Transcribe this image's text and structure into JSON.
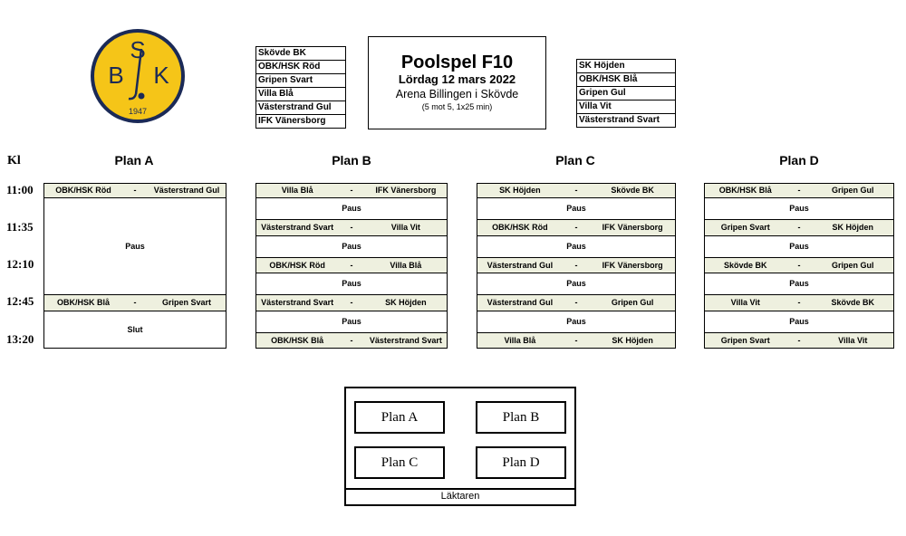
{
  "logo": {
    "letters": [
      "S",
      "B",
      "K"
    ],
    "year": "1947",
    "colors": {
      "ring": "#1b2a57",
      "fill": "#f5c518"
    }
  },
  "teams_left": [
    "Skövde BK",
    "OBK/HSK Röd",
    "Gripen Svart",
    "Villa Blå",
    "Västerstrand Gul",
    "IFK Vänersborg"
  ],
  "teams_right": [
    "SK Höjden",
    "OBK/HSK Blå",
    "Gripen Gul",
    "Villa Vit",
    "Västerstrand Svart"
  ],
  "title": {
    "main": "Poolspel F10",
    "date": "Lördag 12 mars 2022",
    "venue": "Arena Billingen i Skövde",
    "format": "(5 mot 5, 1x25 min)"
  },
  "kl_label": "Kl",
  "times": [
    "11:00",
    "11:35",
    "12:10",
    "12:45",
    "13:20"
  ],
  "planA": {
    "title": "Plan A",
    "m1": {
      "home": "OBK/HSK Röd",
      "sep": "-",
      "away": "Västerstrand Gul"
    },
    "p1": "Paus",
    "m2": {
      "home": "OBK/HSK Blå",
      "sep": "-",
      "away": "Gripen Svart"
    },
    "end": "Slut"
  },
  "planB": {
    "title": "Plan B",
    "m1": {
      "home": "Villa Blå",
      "sep": "-",
      "away": "IFK Vänersborg"
    },
    "p1": "Paus",
    "m2": {
      "home": "Västerstrand Svart",
      "sep": "-",
      "away": "Villa Vit"
    },
    "p2": "Paus",
    "m3": {
      "home": "OBK/HSK Röd",
      "sep": "-",
      "away": "Villa Blå"
    },
    "p3": "Paus",
    "m4": {
      "home": "Västerstrand Svart",
      "sep": "-",
      "away": "SK Höjden"
    },
    "p4": "Paus",
    "m5": {
      "home": "OBK/HSK Blå",
      "sep": "-",
      "away": "Västerstrand Svart"
    }
  },
  "planC": {
    "title": "Plan C",
    "m1": {
      "home": "SK Höjden",
      "sep": "-",
      "away": "Skövde BK"
    },
    "p1": "Paus",
    "m2": {
      "home": "OBK/HSK Röd",
      "sep": "-",
      "away": "IFK Vänersborg"
    },
    "p2": "Paus",
    "m3": {
      "home": "Västerstrand Gul",
      "sep": "-",
      "away": "IFK Vänersborg"
    },
    "p3": "Paus",
    "m4": {
      "home": "Västerstrand Gul",
      "sep": "-",
      "away": "Gripen Gul"
    },
    "p4": "Paus",
    "m5": {
      "home": "Villa Blå",
      "sep": "-",
      "away": "SK Höjden"
    }
  },
  "planD": {
    "title": "Plan D",
    "m1": {
      "home": "OBK/HSK Blå",
      "sep": "-",
      "away": "Gripen Gul"
    },
    "p1": "Paus",
    "m2": {
      "home": "Gripen Svart",
      "sep": "-",
      "away": "SK Höjden"
    },
    "p2": "Paus",
    "m3": {
      "home": "Skövde BK",
      "sep": "-",
      "away": "Gripen Gul"
    },
    "p3": "Paus",
    "m4": {
      "home": "Villa Vit",
      "sep": "-",
      "away": "Skövde BK"
    },
    "p4": "Paus",
    "m5": {
      "home": "Gripen Svart",
      "sep": "-",
      "away": "Villa Vit"
    }
  },
  "field": {
    "pitches": [
      "Plan A",
      "Plan B",
      "Plan C",
      "Plan D"
    ],
    "stand": "Läktaren"
  }
}
